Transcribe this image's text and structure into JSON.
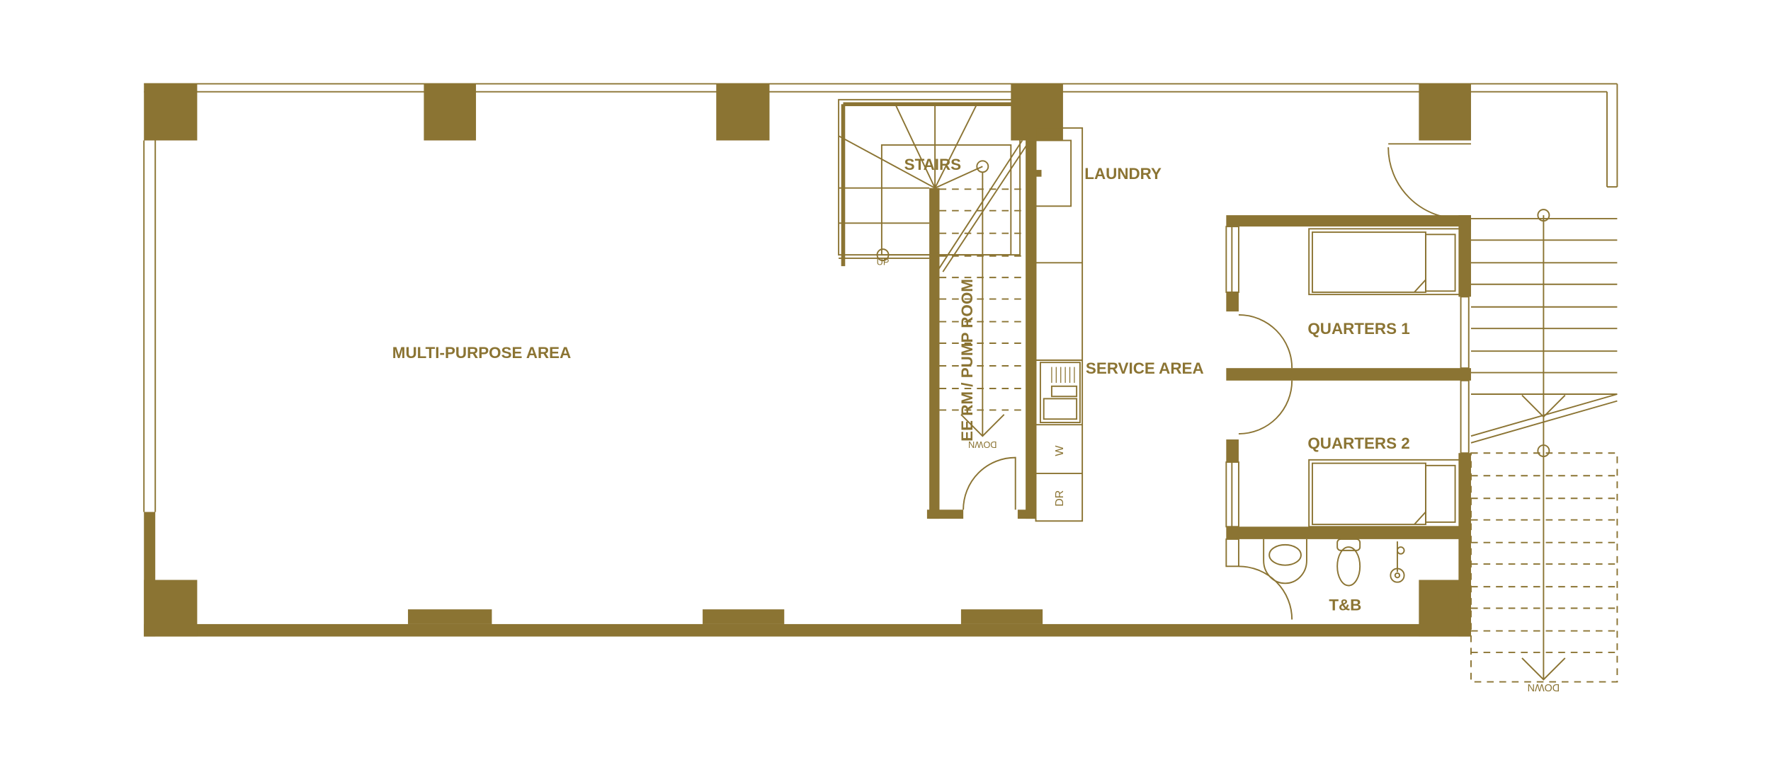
{
  "colors": {
    "line": "#8B7433",
    "background": "#FFFFFF"
  },
  "rooms": {
    "multi_purpose": "MULTI-PURPOSE AREA",
    "stairs": "STAIRS",
    "laundry": "LAUNDRY",
    "service_area": "SERVICE AREA",
    "pump_room": "EE RM / PUMP ROOM",
    "quarters_1": "QUARTERS 1",
    "quarters_2": "QUARTERS 2",
    "tb": "T&B"
  },
  "annotations": {
    "up": "UP",
    "down_pump": "DOWN",
    "down_right": "DOWN",
    "washer": "W",
    "dryer": "DR"
  }
}
